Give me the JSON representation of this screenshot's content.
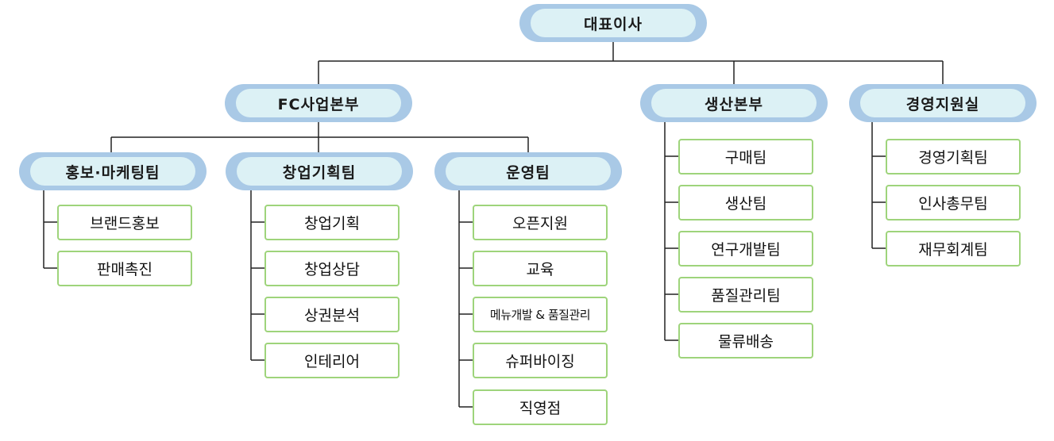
{
  "root": {
    "label": "대표이사"
  },
  "divisions": [
    {
      "label": "FC사업본부"
    },
    {
      "label": "생산본부"
    },
    {
      "label": "경영지원실"
    }
  ],
  "fc_teams": [
    {
      "label": "홍보·마케팅팀",
      "items": [
        "브랜드홍보",
        "판매촉진"
      ]
    },
    {
      "label": "창업기획팀",
      "items": [
        "창업기획",
        "창업상담",
        "상권분석",
        "인테리어"
      ]
    },
    {
      "label": "운영팀",
      "items": [
        "오픈지원",
        "교육",
        "메뉴개발 & 품질관리",
        "슈퍼바이징",
        "직영점"
      ]
    }
  ],
  "production_items": [
    "구매팀",
    "생산팀",
    "연구개발팀",
    "품질관리팀",
    "물류배송"
  ],
  "support_items": [
    "경영기획팀",
    "인사총무팀",
    "재무회계팀"
  ]
}
